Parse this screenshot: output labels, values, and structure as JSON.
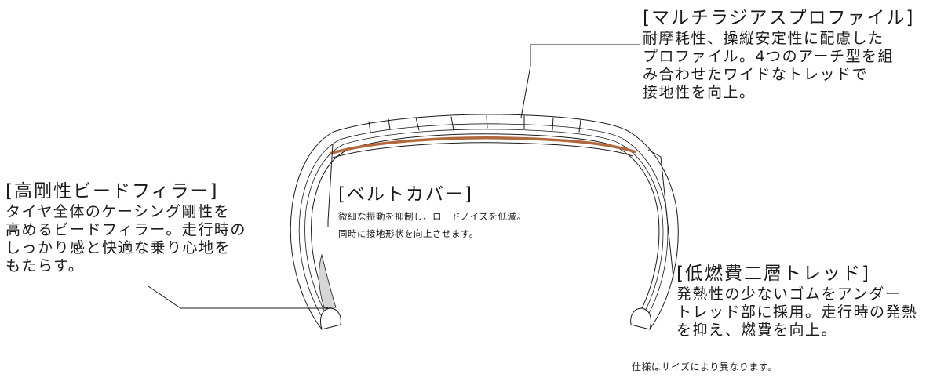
{
  "callouts": {
    "multi_radius": {
      "title": "[マルチラジアスプロファイル]",
      "lines": [
        "耐摩耗性、操縦安定性に配慮した",
        "プロファイル。4つのアーチ型を組",
        "み合わせたワイドなトレッドで",
        "接地性を向上。"
      ]
    },
    "bead_filler": {
      "title": "[高剛性ビードフィラー]",
      "lines": [
        "タイヤ全体のケーシング剛性を",
        "高めるビードフィラー。走行時の",
        "しっかり感と快適な乗り心地を",
        "もたらす。"
      ]
    },
    "belt_cover": {
      "title": "[ベルトカバー]",
      "lines": [
        "微細な振動を抑制し、ロードノイズを低減。",
        "同時に接地形状を向上させます。"
      ]
    },
    "dual_layer_tread": {
      "title": "[低燃費二層トレッド]",
      "lines": [
        "発熱性の少ないゴムをアンダー",
        "トレッド部に採用。走行時の発熱",
        "を抑え、燃費を向上。"
      ]
    }
  },
  "footnote": "仕様はサイズにより異なります。",
  "colors": {
    "ink": "#1a1a1a",
    "belt": "#b0683c",
    "filler": "#d6d6d6"
  }
}
